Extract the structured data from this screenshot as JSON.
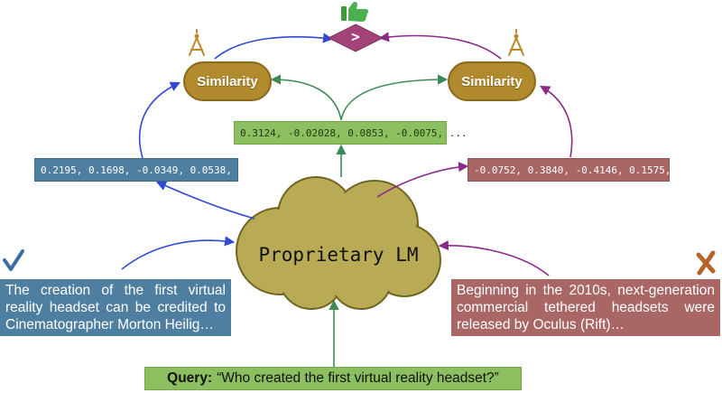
{
  "llm": {
    "label": "Proprietary LM"
  },
  "query": {
    "prefix": "Query:",
    "text": "“Who created the first virtual reality headset?”"
  },
  "embeddings": {
    "query": "0.3124, -0.02028,  0.0853, -0.0075, ...",
    "positive": "0.2195,  0.1698, -0.0349,  0.0538, ...",
    "negative": "-0.0752,  0.3840, -0.4146, 0.1575, ..."
  },
  "similarity": {
    "left_label": "Similarity",
    "right_label": "Similarity"
  },
  "comparison": {
    "symbol": ">"
  },
  "documents": {
    "positive": "The creation of the first virtual reality headset can be credited to Cinematographer Morton Heilig…",
    "negative": "Beginning in the 2010s, next-generation commercial tethered headsets were released by Oculus (Rift)…"
  },
  "icons": {
    "thumbs_up": "thumbs-up-icon",
    "compass_left": "compass-icon",
    "compass_right": "compass-icon",
    "check": "checkmark-icon",
    "cross": "cross-icon"
  },
  "colors": {
    "blue": "#4f7fa0",
    "green": "#8cbf60",
    "pink": "#a86664",
    "gold": "#b08a2c",
    "cloud": "#b9ab56",
    "diamond": "#a2447a",
    "arrow_blue": "#2f48d6",
    "arrow_green": "#3e8a56",
    "arrow_purple": "#8a2a8a"
  }
}
